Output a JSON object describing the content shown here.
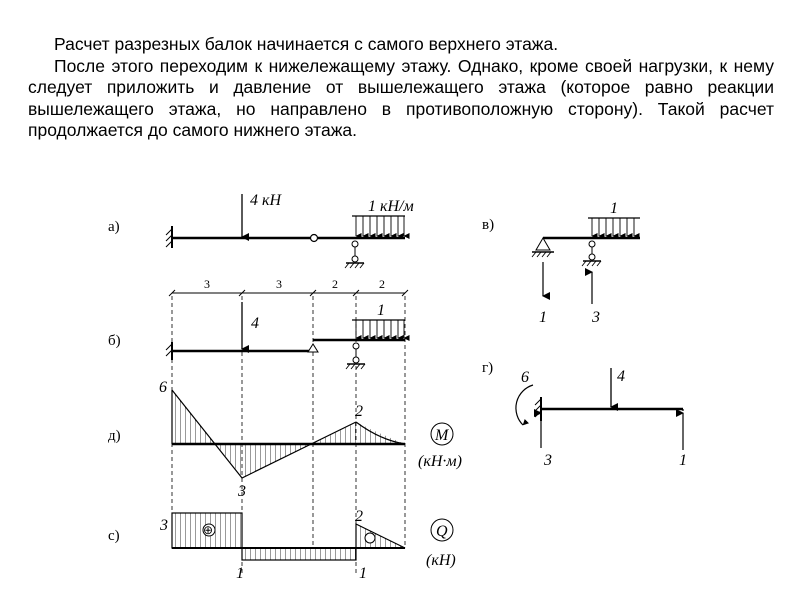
{
  "text": {
    "p1": "Расчет разрезных балок начинается с самого верхнего этажа.",
    "p2": "После этого переходим к нижележащему этажу. Однако, кроме своей нагрузки, к нему следует приложить и давление от вышележащего этажа (которое равно реакции вышележащего этажа, но направлено в противоположную сторону). Такой расчет продолжается до самого нижнего этажа."
  },
  "figure": {
    "labels": {
      "a": "а)",
      "b": "б)",
      "d": "д)",
      "c": "с)",
      "v": "в)",
      "g": "г)"
    },
    "a": {
      "force": "4 кН",
      "load": "1 кН/м"
    },
    "dimensions": [
      "3",
      "3",
      "2",
      "2"
    ],
    "b": {
      "force": "4",
      "load": "1"
    },
    "moment": {
      "max_left": "6",
      "min": "3",
      "right_peak": "2",
      "symbol": "M",
      "units": "(кН·м)"
    },
    "shear": {
      "left": "3",
      "bottom_left": "1",
      "right_top": "2",
      "bottom_right": "1",
      "plus_sign": "⊕",
      "symbol": "Q",
      "units": "(кН)"
    },
    "v": {
      "load": "1",
      "react_left": "1",
      "react_right": "3"
    },
    "g": {
      "moment": "6",
      "force": "4",
      "react_left": "3",
      "react_right": "1"
    }
  }
}
